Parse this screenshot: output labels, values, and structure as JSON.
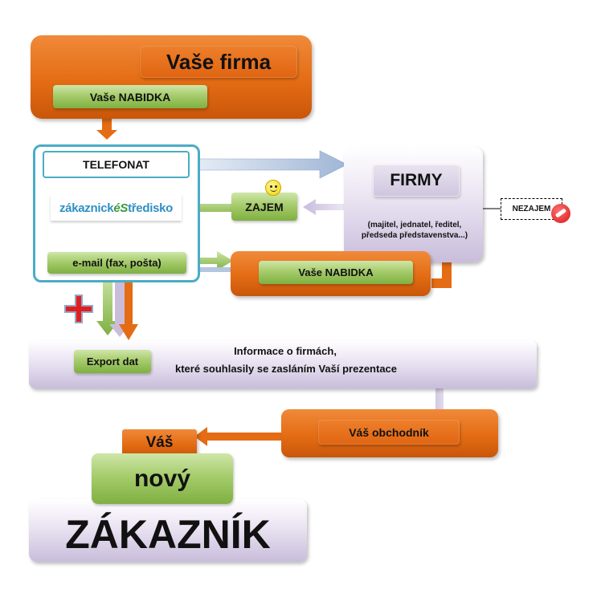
{
  "top": {
    "company_title": "Vaše firma",
    "offer_label": "Vaše NABIDKA"
  },
  "left_panel": {
    "telefonat": "TELEFONAT",
    "logo": {
      "part1": "zákaznick",
      "part2": "éS",
      "part3": "tředisko"
    },
    "email": "e-mail (fax, pošta)"
  },
  "firmy": {
    "title": "FIRMY",
    "subtitle": "(majitel, jednatel, ředitel, předseda představenstva...)"
  },
  "nezajem": "NEZAJEM",
  "zajem": "ZAJEM",
  "middle_offer": "Vaše NABIDKA",
  "export": {
    "button": "Export dat",
    "line1": "Informace o firmách,",
    "line2": "které souhlasily se zasláním Vaší prezentace"
  },
  "salesman": "Váš obchodník",
  "result": {
    "vas": "Váš",
    "novy": "nový",
    "zakaznik": "ZÁKAZNÍK"
  },
  "colors": {
    "orange": "#e46c14",
    "green": "#9bc45c",
    "purple": "#d9d0e6",
    "teal": "#4bacc6"
  }
}
